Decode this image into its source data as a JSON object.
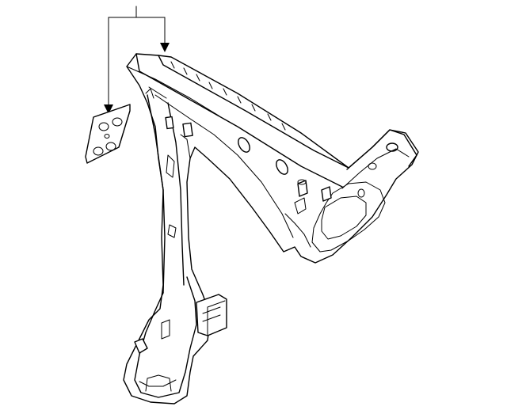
{
  "diagram": {
    "parts": [
      {
        "name": "reinforcement-plate",
        "icon": "plate-icon"
      },
      {
        "name": "front-pillar-apron-assembly",
        "icon": "pillar-icon"
      }
    ],
    "callout": {
      "style": "bracket-arrow",
      "color": "#000000"
    }
  }
}
